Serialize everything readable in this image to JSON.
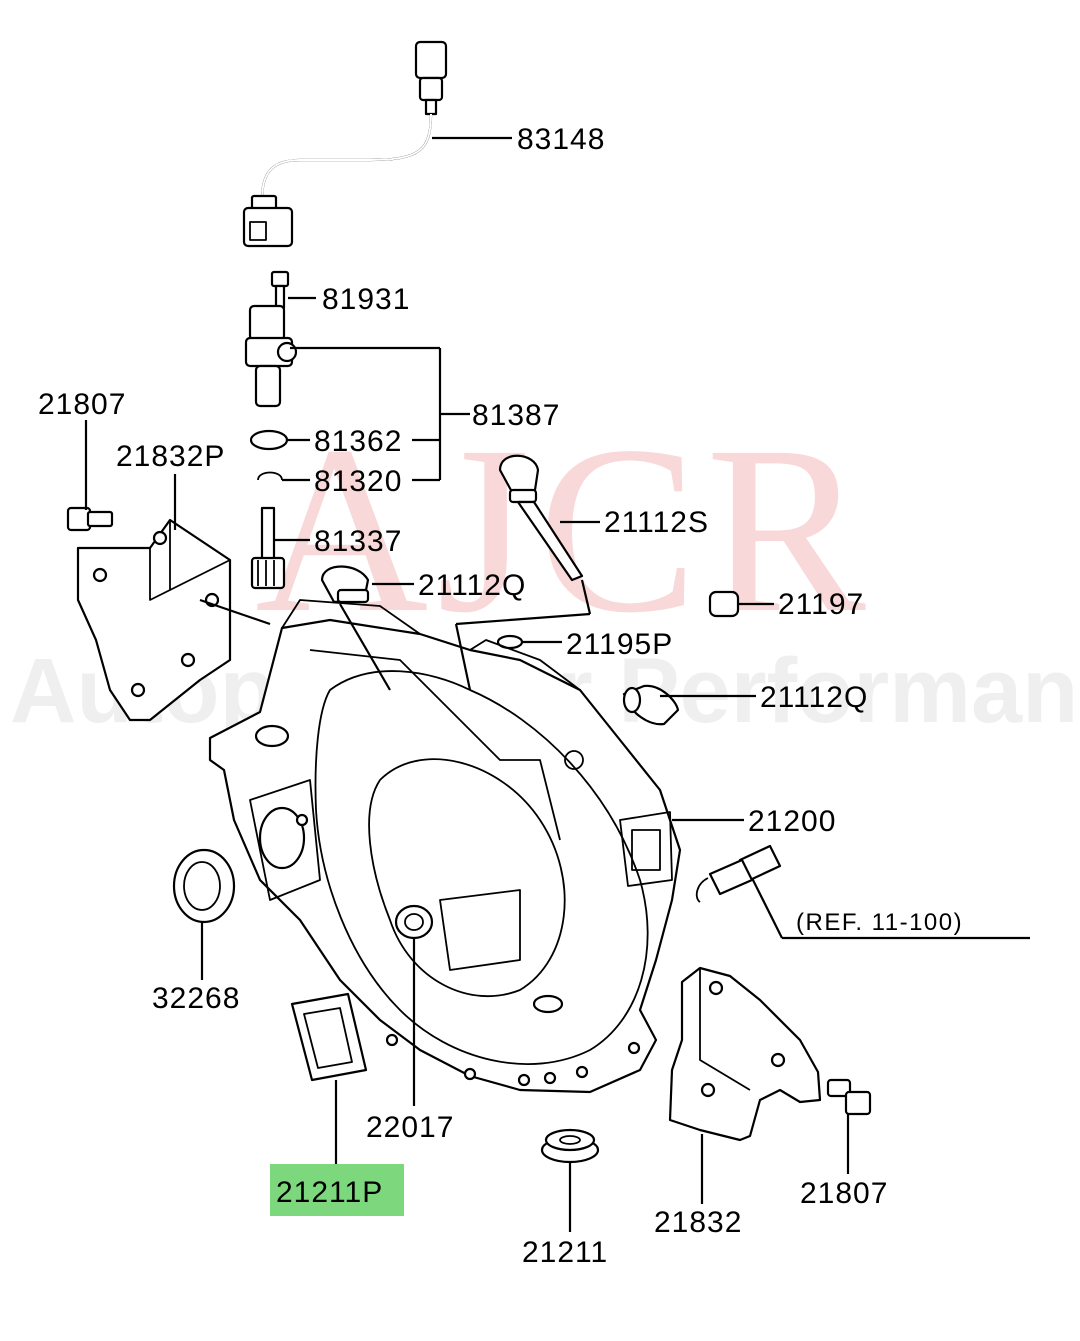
{
  "watermark": {
    "brand": "AJCR",
    "tagline": "Autoparts for Performance"
  },
  "highlight_color": "#7dd87d",
  "reference_note": "(REF. 11-100)",
  "parts": {
    "p83148": "83148",
    "p81931": "81931",
    "p81387": "81387",
    "p81362": "81362",
    "p81320": "81320",
    "p81337": "81337",
    "p21807_left": "21807",
    "p21832P": "21832P",
    "p21112S": "21112S",
    "p21112Q_top": "21112Q",
    "p21197": "21197",
    "p21195P": "21195P",
    "p21112Q_right": "21112Q",
    "p21200": "21200",
    "p32268": "32268",
    "p22017": "22017",
    "p21211P": "21211P",
    "p21211": "21211",
    "p21832": "21832",
    "p21807_right": "21807"
  }
}
